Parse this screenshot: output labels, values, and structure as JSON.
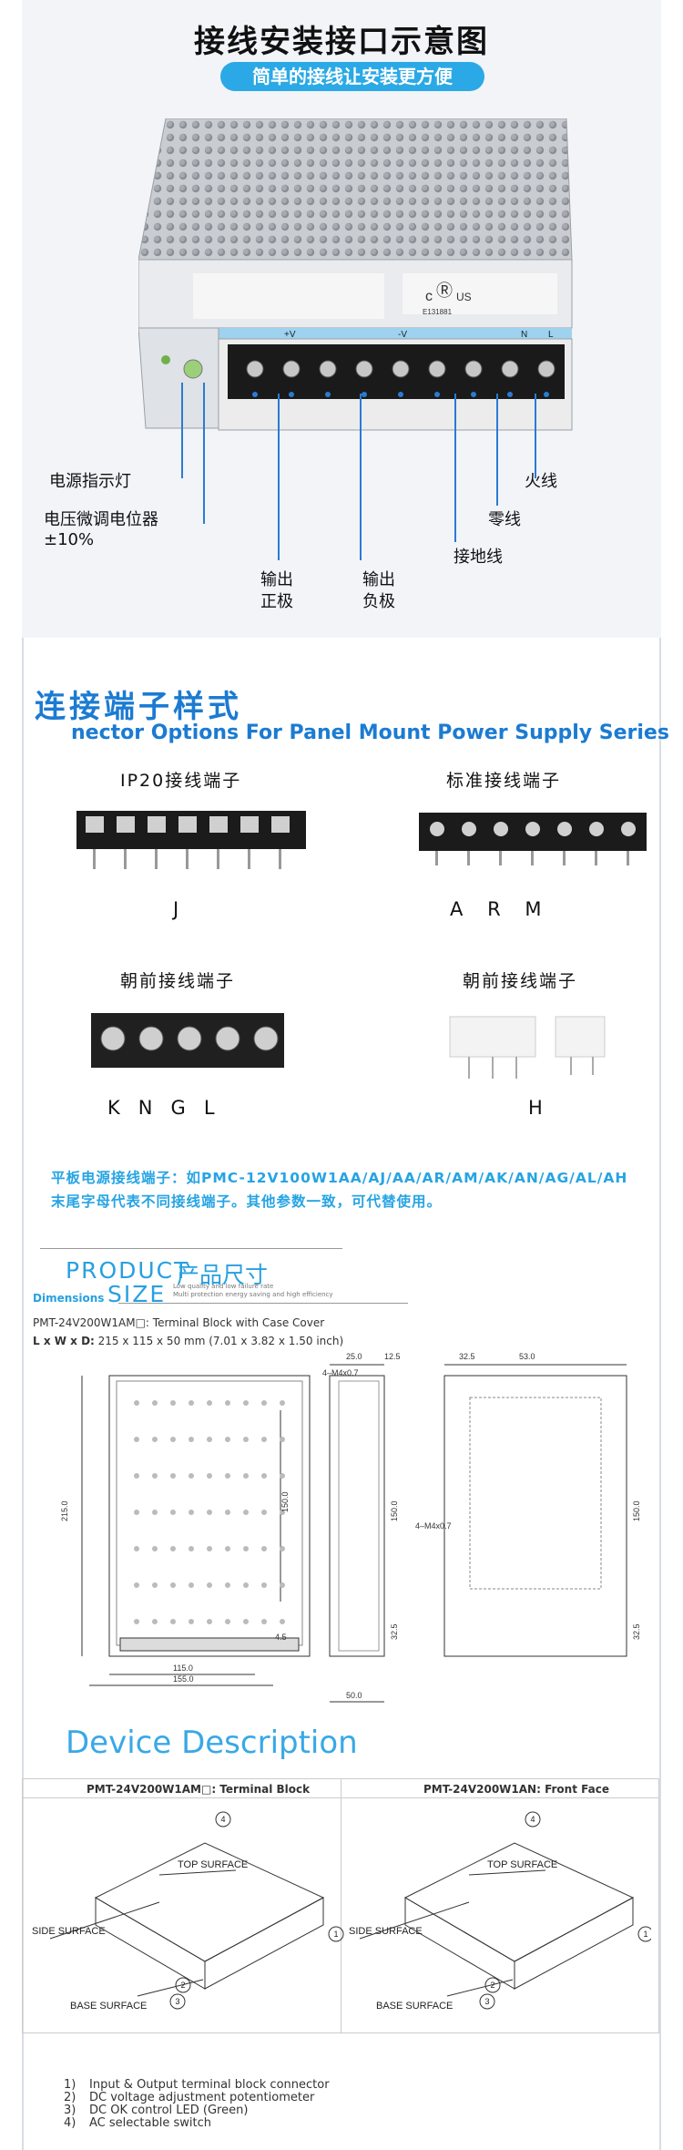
{
  "wiring": {
    "title": "接线安装接口示意图",
    "subtitle": "简单的接线让安装更方便",
    "labels": {
      "power_led": "电源指示灯",
      "voltage_pot_1": "电压微调电位器",
      "voltage_pot_2": "±10%",
      "live": "火线",
      "neutral": "零线",
      "ground": "接地线",
      "out_pos_1": "输出",
      "out_pos_2": "正极",
      "out_neg_1": "输出",
      "out_neg_2": "负极"
    },
    "panel_text": {
      "plus_v": "+V",
      "minus_v": "-V",
      "n": "N",
      "l": "L",
      "cert": "E131881"
    }
  },
  "connectors": {
    "title": "连接端子样式",
    "subtitle": "nector Options For Panel Mount Power Supply Series",
    "ip20": {
      "label": "IP20接线端子",
      "letters": "J"
    },
    "standard": {
      "label": "标准接线端子",
      "letters": "A    R    M"
    },
    "front": {
      "label": "朝前接线端子",
      "letters": "K   N   G   L"
    },
    "front2": {
      "label": "朝前接线端子",
      "letters": "H"
    },
    "note": "平板电源接线端子：如PMC-12V100W1AA/AJ/AA/AR/AM/AK/AN/AG/AL/AH末尾字母代表不同接线端子。其他参数一致，可代替使用。"
  },
  "product": {
    "title_1": "PRODUCT",
    "title_2": "SIZE",
    "title_cn": "产品尺寸",
    "tagline_1": "Low quality and low failure rate",
    "tagline_2": "Multi protection energy saving and high efficiency",
    "dims_label": "Dimensions",
    "model_line": "PMT-24V200W1AM□: Terminal Block with Case Cover",
    "lwd_label": "L x W x D:",
    "lwd_value": " 215 x 115 x 50 mm (7.01 x 3.82 x 1.50 inch)",
    "dim_values": {
      "d215": "215.0",
      "d150a": "150.0",
      "d150b": "150.0",
      "d150c": "150.0",
      "d115": "115.0",
      "d155": "155.0",
      "d250": "25.0",
      "d125": "12.5",
      "d325a": "32.5",
      "d325b": "32.5",
      "d325c": "32.5",
      "d530": "53.0",
      "d500": "50.0",
      "d45": "4.5",
      "m4a": "4–M4x0.7",
      "m4b": "4–M4x0.7"
    }
  },
  "device": {
    "title": "Device Description",
    "left_header": "PMT-24V200W1AM□: Terminal Block",
    "right_header": "PMT-24V200W1AN: Front Face",
    "top_surface": "TOP SURFACE",
    "side_surface": "SIDE SURFACE",
    "base_surface": "BASE SURFACE",
    "list": [
      {
        "n": "1)",
        "text": "Input & Output terminal block connector"
      },
      {
        "n": "2)",
        "text": "DC voltage adjustment potentiometer"
      },
      {
        "n": "3)",
        "text": "DC OK control LED (Green)"
      },
      {
        "n": "4)",
        "text": "AC selectable switch"
      }
    ]
  }
}
